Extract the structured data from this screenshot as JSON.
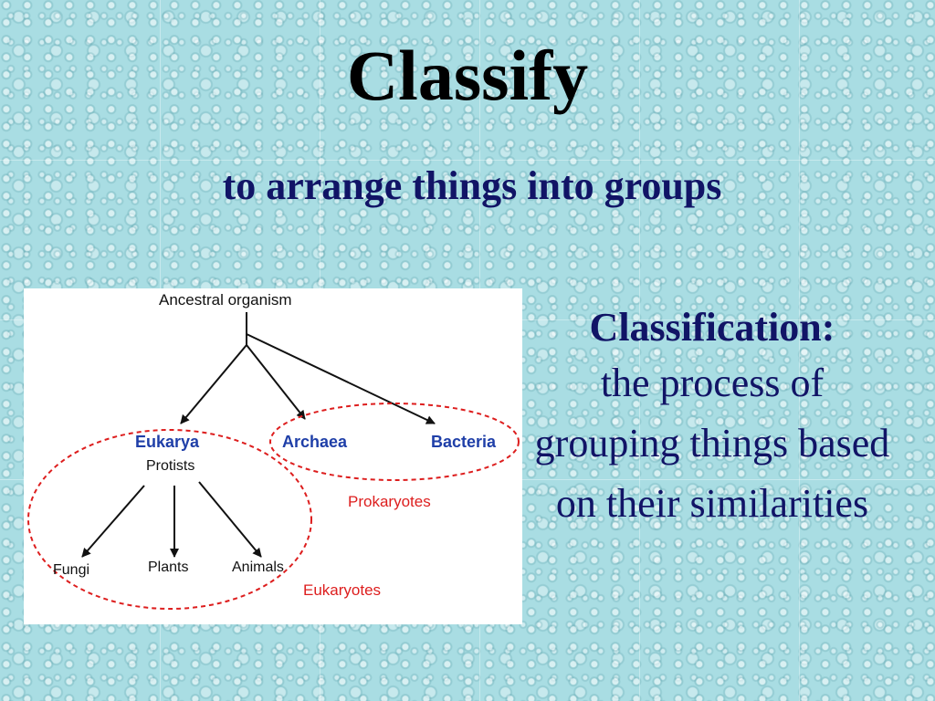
{
  "slide": {
    "title": "Classify",
    "subtitle": "to arrange things into groups"
  },
  "diagram": {
    "root": "Ancestral organism",
    "domains": {
      "eukarya": "Eukarya",
      "archaea": "Archaea",
      "bacteria": "Bacteria"
    },
    "protists": "Protists",
    "kingdoms": {
      "fungi": "Fungi",
      "plants": "Plants",
      "animals": "Animals"
    },
    "groups": {
      "prokaryotes": "Prokaryotes",
      "eukaryotes": "Eukaryotes"
    },
    "colors": {
      "domain_label": "#1f3fa8",
      "group_outline": "#dd1e1e",
      "arrow": "#111111"
    }
  },
  "definition": {
    "term": "Classification:",
    "text": "the process of grouping things based on their similarities"
  },
  "colors": {
    "background": "#a9dde3",
    "title": "#000000",
    "text": "#111466"
  }
}
